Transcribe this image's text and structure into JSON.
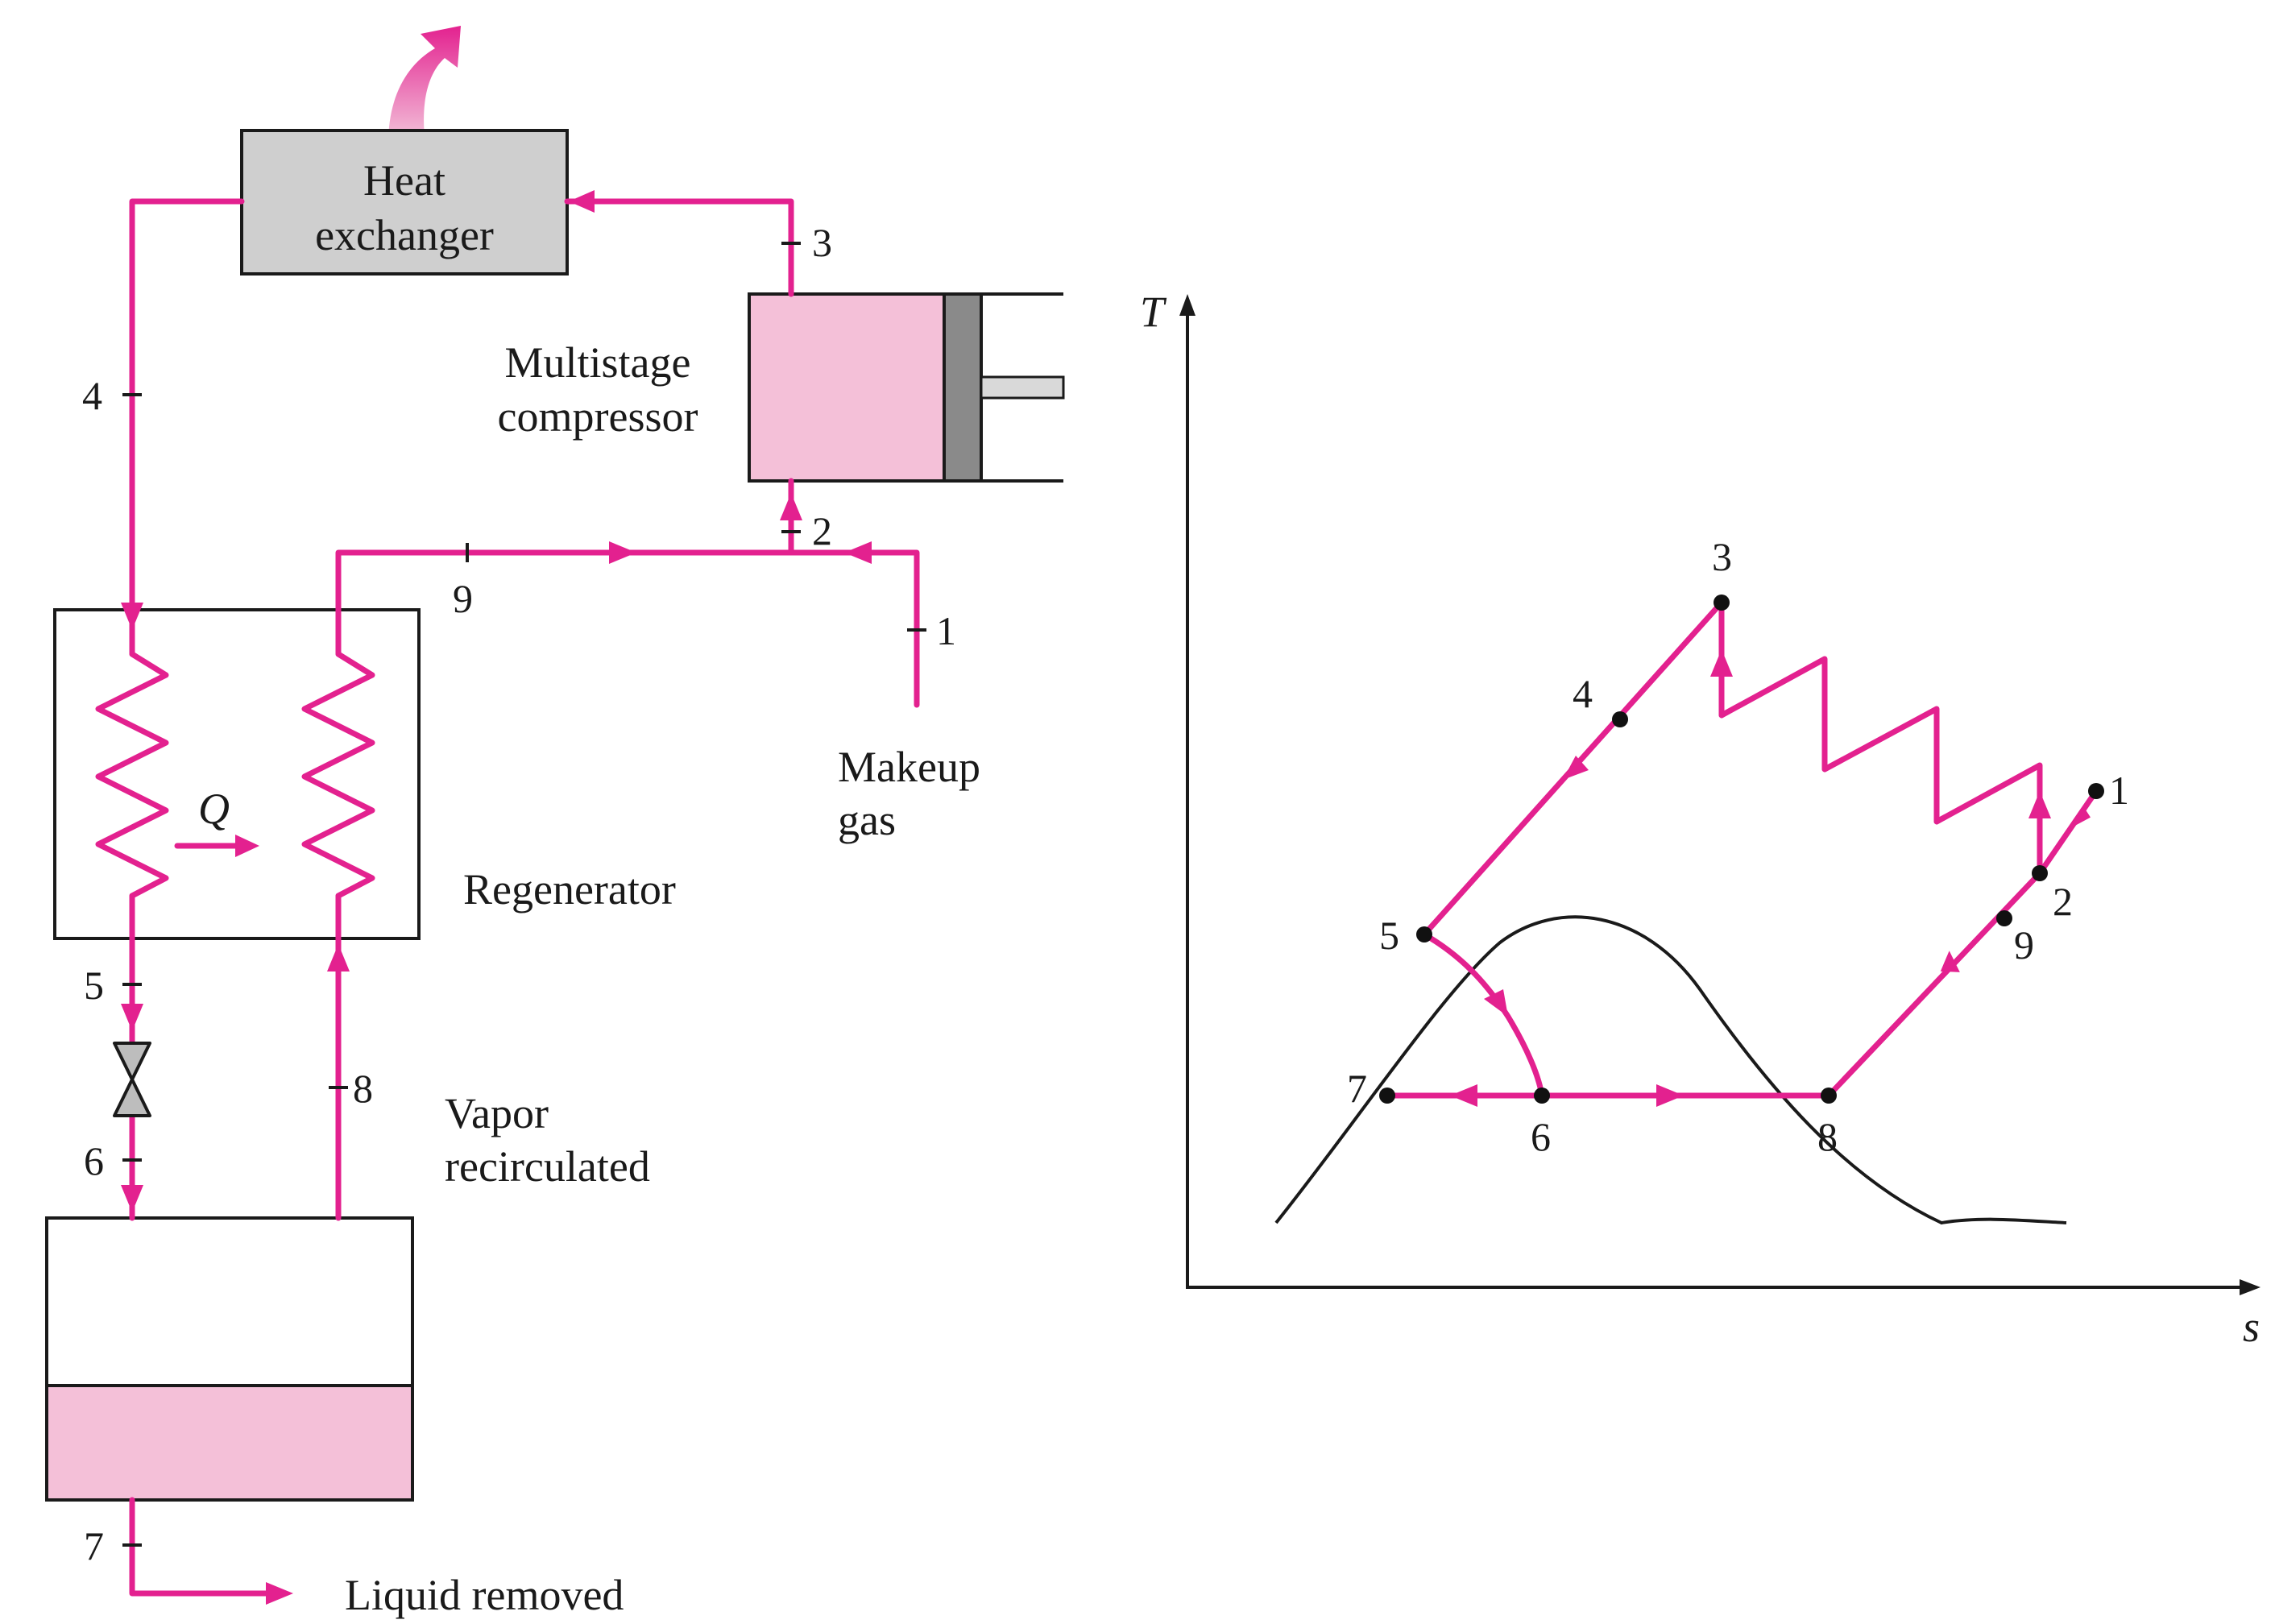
{
  "components": {
    "heat_exchanger": [
      "Heat",
      "exchanger"
    ],
    "compressor": [
      "Multistage",
      "compressor"
    ],
    "regenerator": "Regenerator",
    "heat_transfer": "Q",
    "makeup": [
      "Makeup",
      "gas"
    ],
    "vapor": [
      "Vapor",
      "recirculated"
    ],
    "liquid": "Liquid removed"
  },
  "schematic_states": [
    "1",
    "2",
    "3",
    "4",
    "5",
    "6",
    "7",
    "8",
    "9"
  ],
  "ts_diagram": {
    "y_axis": "T",
    "x_axis": "s",
    "states": [
      "1",
      "2",
      "3",
      "4",
      "5",
      "6",
      "7",
      "8",
      "9"
    ]
  },
  "colors": {
    "flow": "#e3218f",
    "fill_pink": "#f4c0d8",
    "fill_gray": "#cfcfcf",
    "outline": "#1a1a1a"
  }
}
